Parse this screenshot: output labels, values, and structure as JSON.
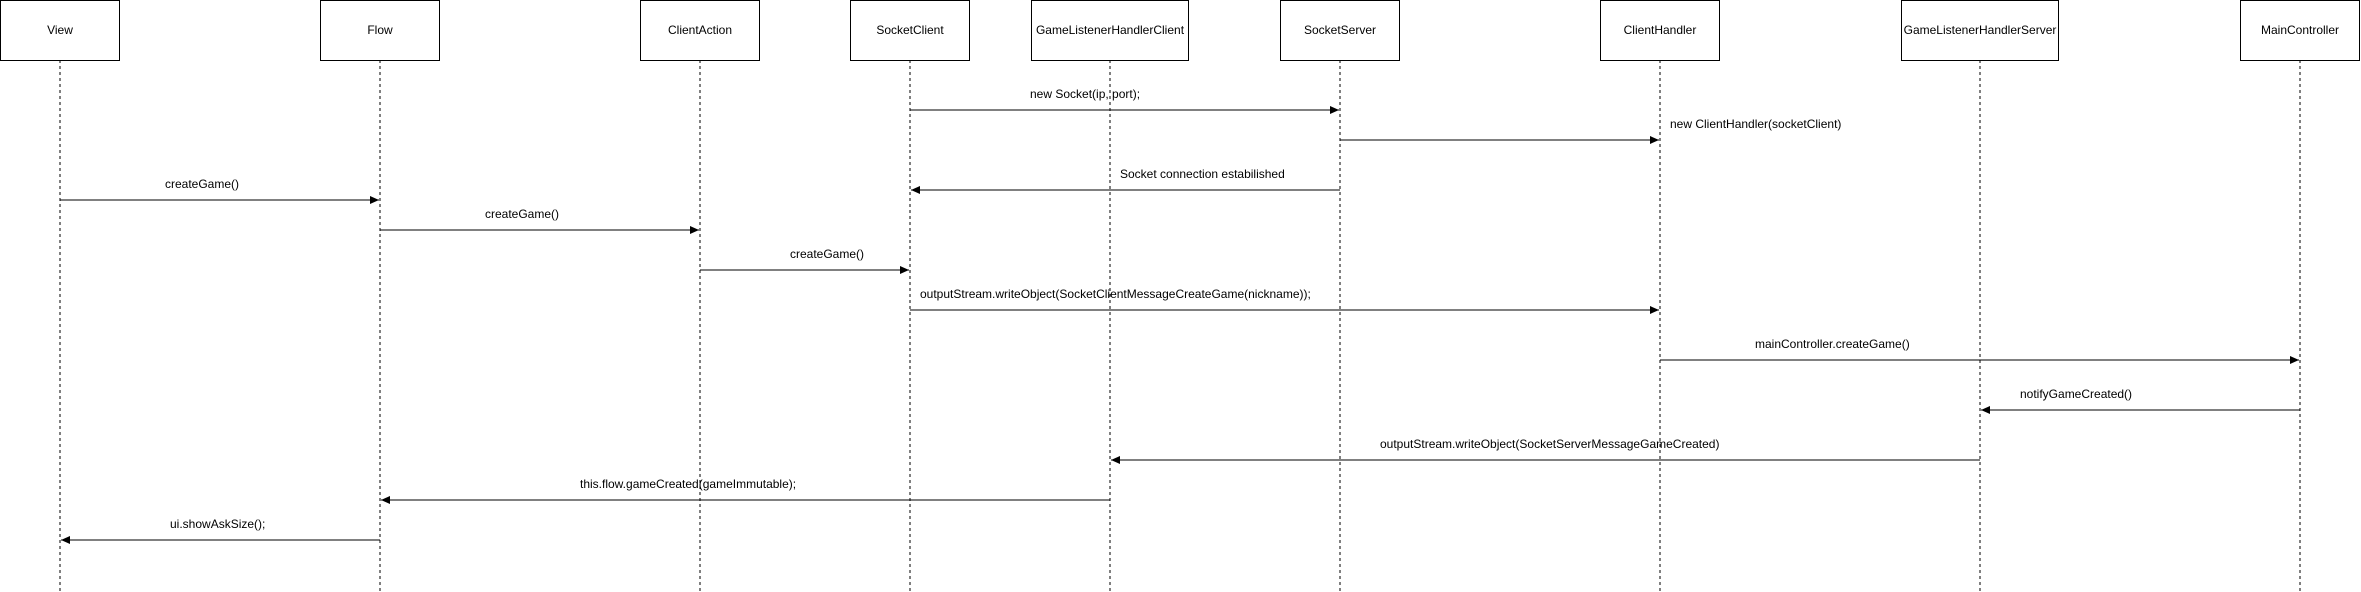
{
  "participants": [
    {
      "name": "View"
    },
    {
      "name": "Flow"
    },
    {
      "name": "ClientAction"
    },
    {
      "name": "SocketClient"
    },
    {
      "name": "GameListenerHandlerClient"
    },
    {
      "name": "SocketServer"
    },
    {
      "name": "ClientHandler"
    },
    {
      "name": "GameListenerHandlerServer"
    },
    {
      "name": "MainController"
    }
  ],
  "messages": [
    {
      "from": 3,
      "to": 5,
      "label": "new Socket(ip, port);"
    },
    {
      "from": 5,
      "to": 6,
      "label": "new ClientHandler(socketClient)"
    },
    {
      "from": 5,
      "to": 3,
      "label": "Socket connection estabilished"
    },
    {
      "from": 0,
      "to": 1,
      "label": "createGame()"
    },
    {
      "from": 1,
      "to": 2,
      "label": "createGame()"
    },
    {
      "from": 2,
      "to": 3,
      "label": "createGame()"
    },
    {
      "from": 3,
      "to": 6,
      "label": "outputStream.writeObject(SocketClientMessageCreateGame(nickname));"
    },
    {
      "from": 6,
      "to": 8,
      "label": "mainController.createGame()"
    },
    {
      "from": 8,
      "to": 7,
      "label": "notifyGameCreated()"
    },
    {
      "from": 7,
      "to": 4,
      "label": "outputStream.writeObject(SocketServerMessageGameCreated)"
    },
    {
      "from": 4,
      "to": 1,
      "label": "this.flow.gameCreated(gameImmutable);"
    },
    {
      "from": 1,
      "to": 0,
      "label": "ui.showAskSize();"
    }
  ],
  "colors": {
    "line": "#000000",
    "box_fill": "#ffffff",
    "box_stroke": "#000000"
  }
}
